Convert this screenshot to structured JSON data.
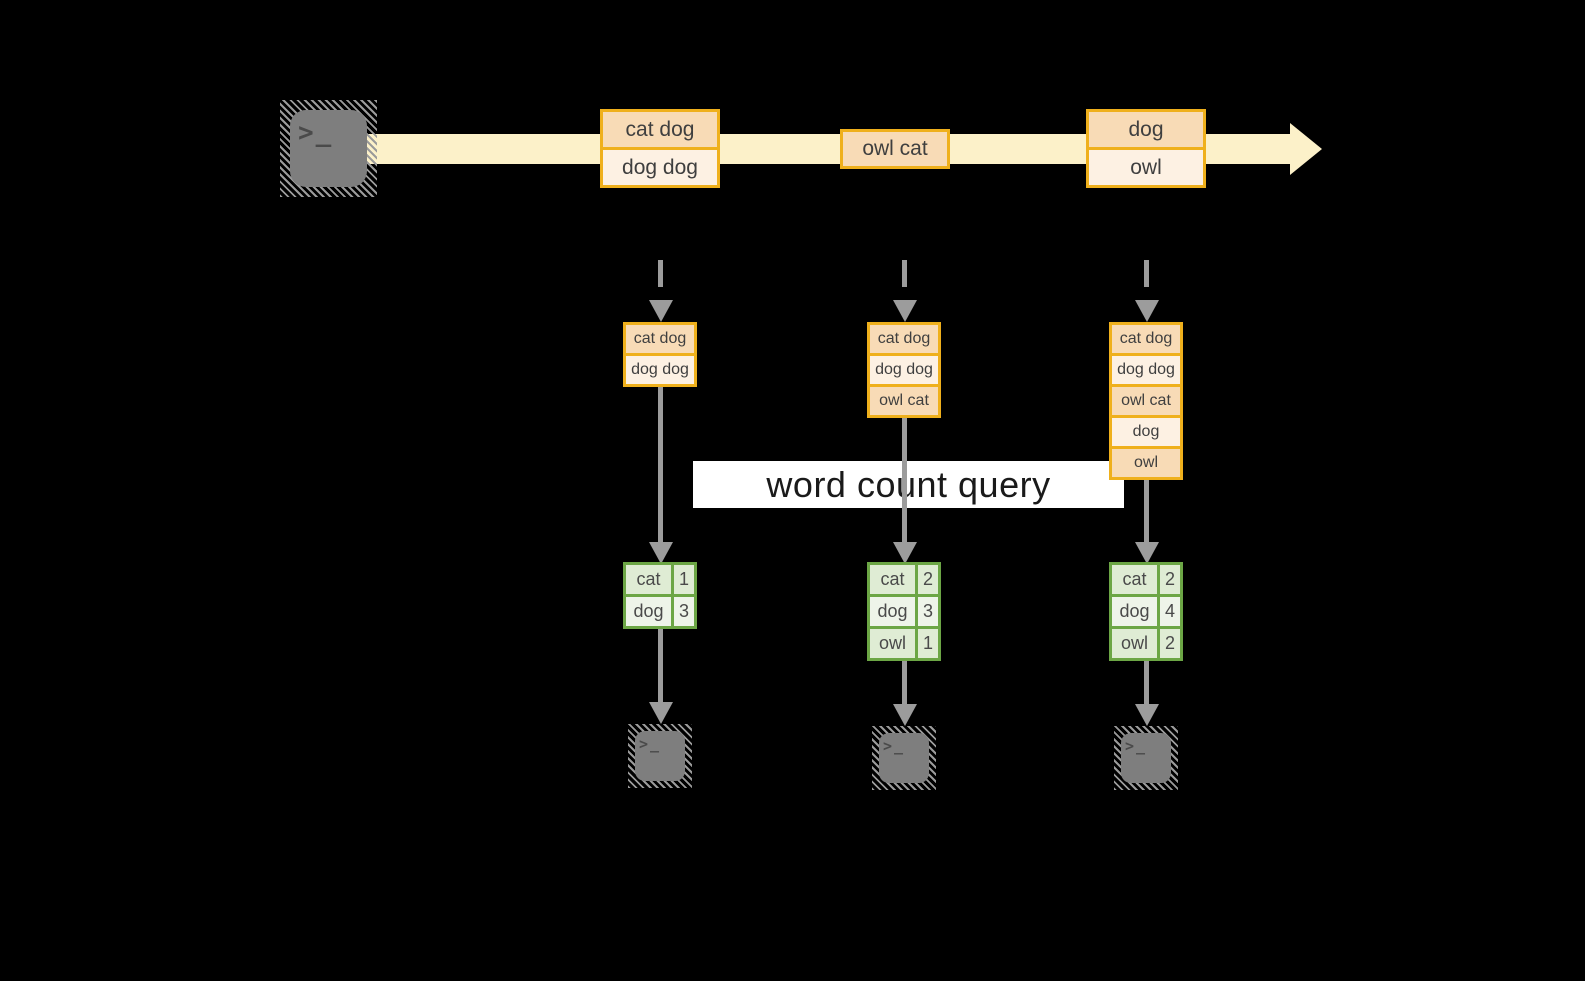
{
  "diagram": {
    "source_icon": {
      "glyph": ">_"
    },
    "stream": {
      "boxes": [
        {
          "cells": [
            "cat dog",
            "dog dog"
          ]
        },
        {
          "cells": [
            "owl cat"
          ]
        },
        {
          "cells": [
            "dog",
            "owl"
          ]
        }
      ]
    },
    "buffers": [
      {
        "cells": [
          "cat dog",
          "dog dog"
        ]
      },
      {
        "cells": [
          "cat dog",
          "dog dog",
          "owl cat"
        ]
      },
      {
        "cells": [
          "cat dog",
          "dog dog",
          "owl cat",
          "dog",
          "owl"
        ]
      }
    ],
    "query_label": "word count query",
    "tables": [
      {
        "rows": [
          {
            "word": "cat",
            "count": "1"
          },
          {
            "word": "dog",
            "count": "3"
          }
        ]
      },
      {
        "rows": [
          {
            "word": "cat",
            "count": "2"
          },
          {
            "word": "dog",
            "count": "3"
          },
          {
            "word": "owl",
            "count": "1"
          }
        ]
      },
      {
        "rows": [
          {
            "word": "cat",
            "count": "2"
          },
          {
            "word": "dog",
            "count": "4"
          },
          {
            "word": "owl",
            "count": "2"
          }
        ]
      }
    ],
    "terminals": [
      {
        "glyph": ">_"
      },
      {
        "glyph": ">_"
      },
      {
        "glyph": ">_"
      }
    ],
    "colors": {
      "background": "#000000",
      "stream_band": "#fcf1c9",
      "box_border_orange": "#efb01c",
      "cell_peach_dark": "#f8dbb6",
      "cell_peach_light": "#fdf1e3",
      "table_border_green": "#6ca645",
      "table_cell_green_dark": "#dfecd4",
      "table_cell_green_light": "#eef4e9",
      "arrow_gray": "#9c9c9c",
      "terminal_gray": "#7e7e7e",
      "query_banner_bg": "#ffffff",
      "text_dark": "#3f3f3f"
    }
  }
}
